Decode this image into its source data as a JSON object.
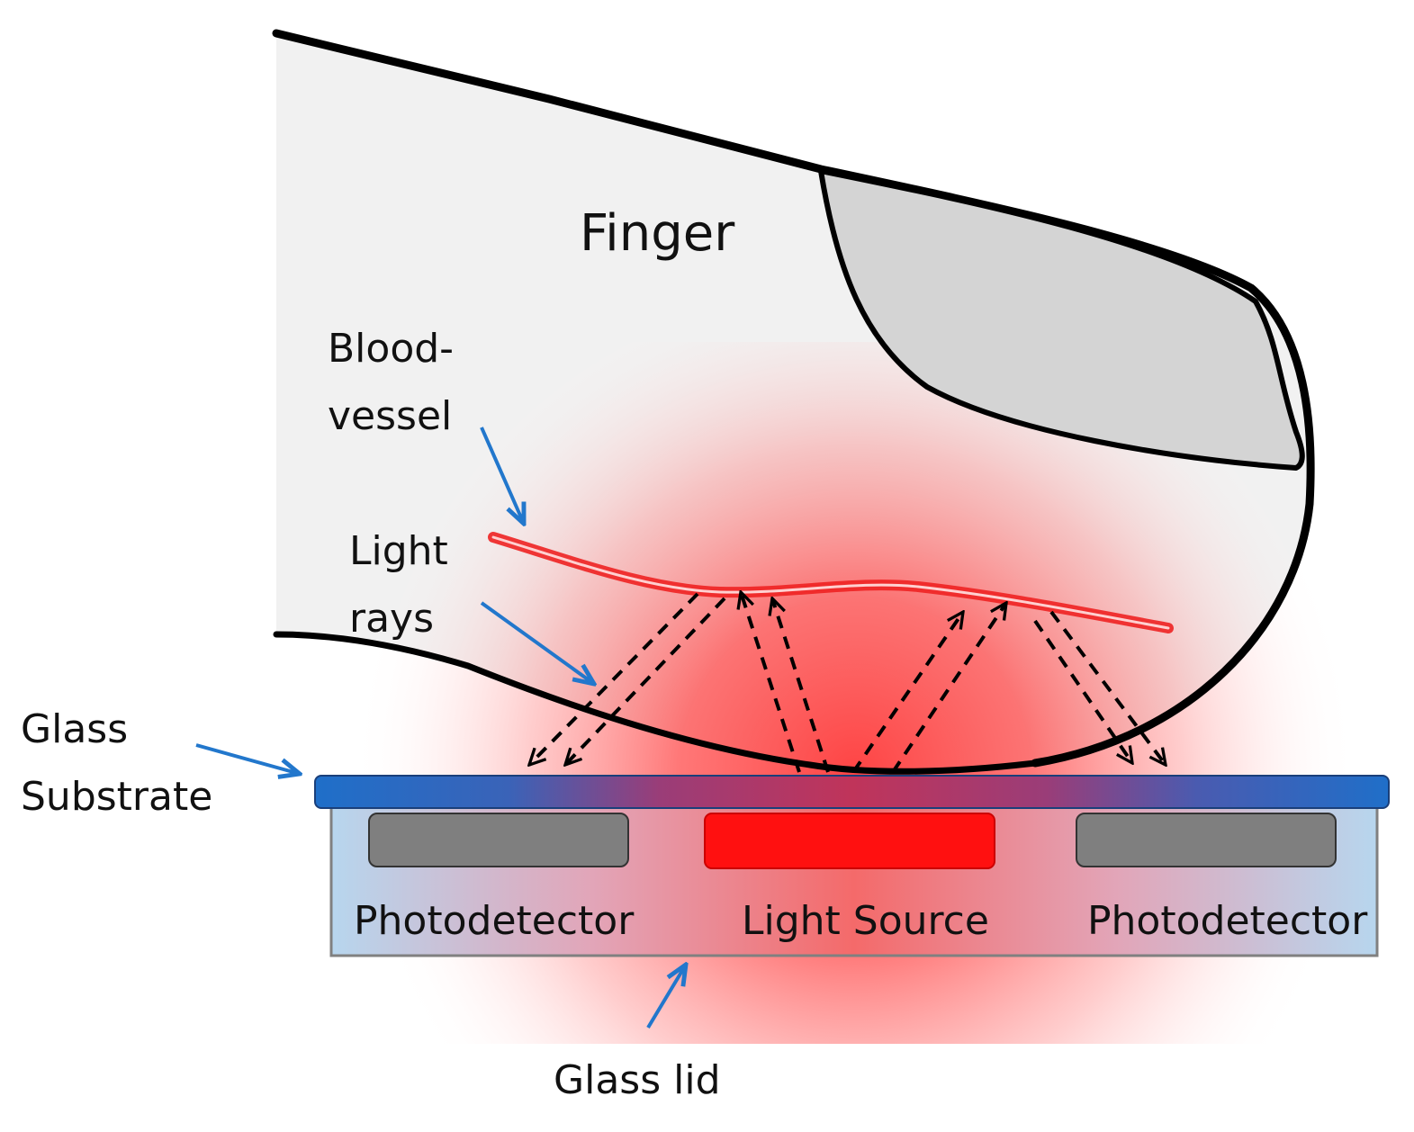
{
  "labels": {
    "finger": "Finger",
    "blood_vessel_line1": "Blood-",
    "blood_vessel_line2": "vessel",
    "light_rays_line1": "Light",
    "light_rays_line2": "rays",
    "glass_substrate_line1": "Glass",
    "glass_substrate_line2": "Substrate",
    "photodetector_left": "Photodetector",
    "light_source": "Light Source",
    "photodetector_right": "Photodetector",
    "glass_lid": "Glass lid"
  },
  "colors": {
    "glow": "#ff3b3b",
    "substrate": "#1f6fc9",
    "lid": "#b7d6ee",
    "photodetector": "#7f7f7f",
    "light_source": "#ff1010",
    "blood_vessel": "#ee2222",
    "pointer_arrows": "#2277cc",
    "finger_fill": "#f1f1f1",
    "nail_fill": "#d4d4d4"
  }
}
